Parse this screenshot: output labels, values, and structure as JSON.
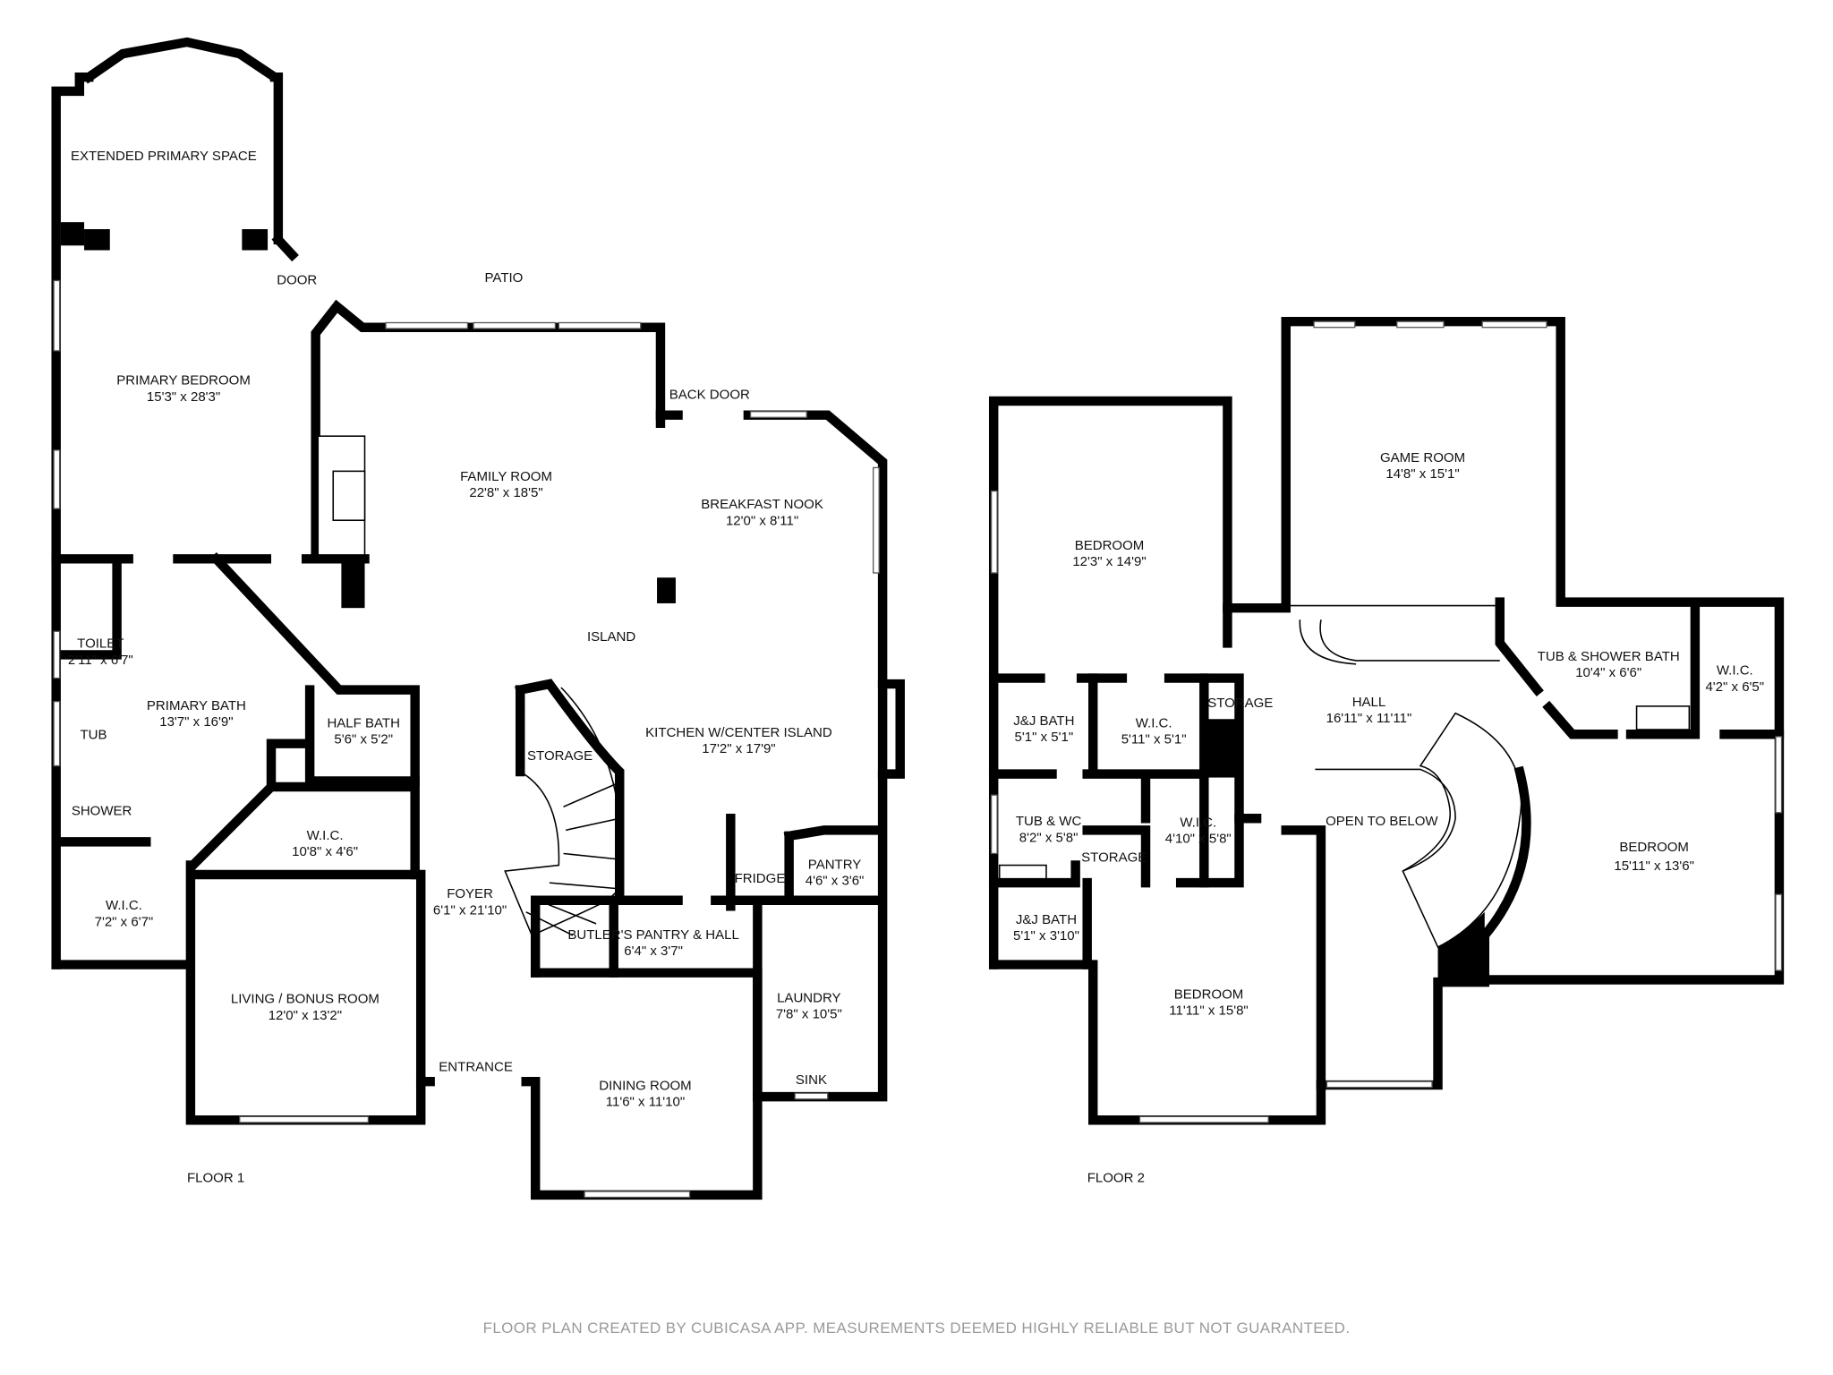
{
  "floor1": {
    "label": "FLOOR 1",
    "rooms": [
      {
        "name": "EXTENDED PRIMARY SPACE",
        "dims": ""
      },
      {
        "name": "DOOR",
        "dims": ""
      },
      {
        "name": "PATIO",
        "dims": ""
      },
      {
        "name": "PRIMARY BEDROOM",
        "dims": "15'3\" x 28'3\""
      },
      {
        "name": "BACK DOOR",
        "dims": ""
      },
      {
        "name": "FAMILY ROOM",
        "dims": "22'8\" x 18'5\""
      },
      {
        "name": "BREAKFAST NOOK",
        "dims": "12'0\" x 8'11\""
      },
      {
        "name": "ISLAND",
        "dims": ""
      },
      {
        "name": "TOILET",
        "dims": "2'11\" x 6'7\""
      },
      {
        "name": "PRIMARY BATH",
        "dims": "13'7\" x 16'9\""
      },
      {
        "name": "TUB",
        "dims": ""
      },
      {
        "name": "HALF BATH",
        "dims": "5'6\" x 5'2\""
      },
      {
        "name": "STORAGE",
        "dims": ""
      },
      {
        "name": "KITCHEN W/CENTER ISLAND",
        "dims": "17'2\" x 17'9\""
      },
      {
        "name": "SHOWER",
        "dims": ""
      },
      {
        "name": "W.I.C.",
        "dims": "10'8\" x 4'6\""
      },
      {
        "name": "PANTRY",
        "dims": "4'6\" x 3'6\""
      },
      {
        "name": "FRIDGE",
        "dims": ""
      },
      {
        "name": "W.I.C.",
        "dims": "7'2\" x 6'7\""
      },
      {
        "name": "FOYER",
        "dims": "6'1\" x 21'10\""
      },
      {
        "name": "BUTLER'S PANTRY & HALL",
        "dims": "6'4\" x 3'7\""
      },
      {
        "name": "LIVING / BONUS ROOM",
        "dims": "12'0\" x 13'2\""
      },
      {
        "name": "LAUNDRY",
        "dims": "7'8\" x 10'5\""
      },
      {
        "name": "ENTRANCE",
        "dims": ""
      },
      {
        "name": "SINK",
        "dims": ""
      },
      {
        "name": "DINING ROOM",
        "dims": "11'6\" x 11'10\""
      }
    ]
  },
  "floor2": {
    "label": "FLOOR 2",
    "rooms": [
      {
        "name": "GAME ROOM",
        "dims": "14'8\" x 15'1\""
      },
      {
        "name": "BEDROOM",
        "dims": "12'3\" x 14'9\""
      },
      {
        "name": "TUB & SHOWER BATH",
        "dims": "10'4\" x 6'6\""
      },
      {
        "name": "W.I.C.",
        "dims": "4'2\" x 6'5\""
      },
      {
        "name": "HALL",
        "dims": "16'11\" x 11'11\""
      },
      {
        "name": "J&J BATH",
        "dims": "5'1\" x 5'1\""
      },
      {
        "name": "W.I.C.",
        "dims": "5'11\" x 5'1\""
      },
      {
        "name": "STORAGE",
        "dims": ""
      },
      {
        "name": "TUB & WC",
        "dims": "8'2\" x 5'8\""
      },
      {
        "name": "W.I.C.",
        "dims": "4'10\" x 5'8\""
      },
      {
        "name": "OPEN TO BELOW",
        "dims": ""
      },
      {
        "name": "STORAGE",
        "dims": ""
      },
      {
        "name": "BEDROOM",
        "dims": "15'11\" x 13'6\""
      },
      {
        "name": "J&J BATH",
        "dims": "5'1\" x 3'10\""
      },
      {
        "name": "BEDROOM",
        "dims": "11'11\" x 15'8\""
      }
    ]
  },
  "footer": "FLOOR PLAN CREATED BY CUBICASA APP. MEASUREMENTS DEEMED HIGHLY RELIABLE BUT NOT GUARANTEED."
}
